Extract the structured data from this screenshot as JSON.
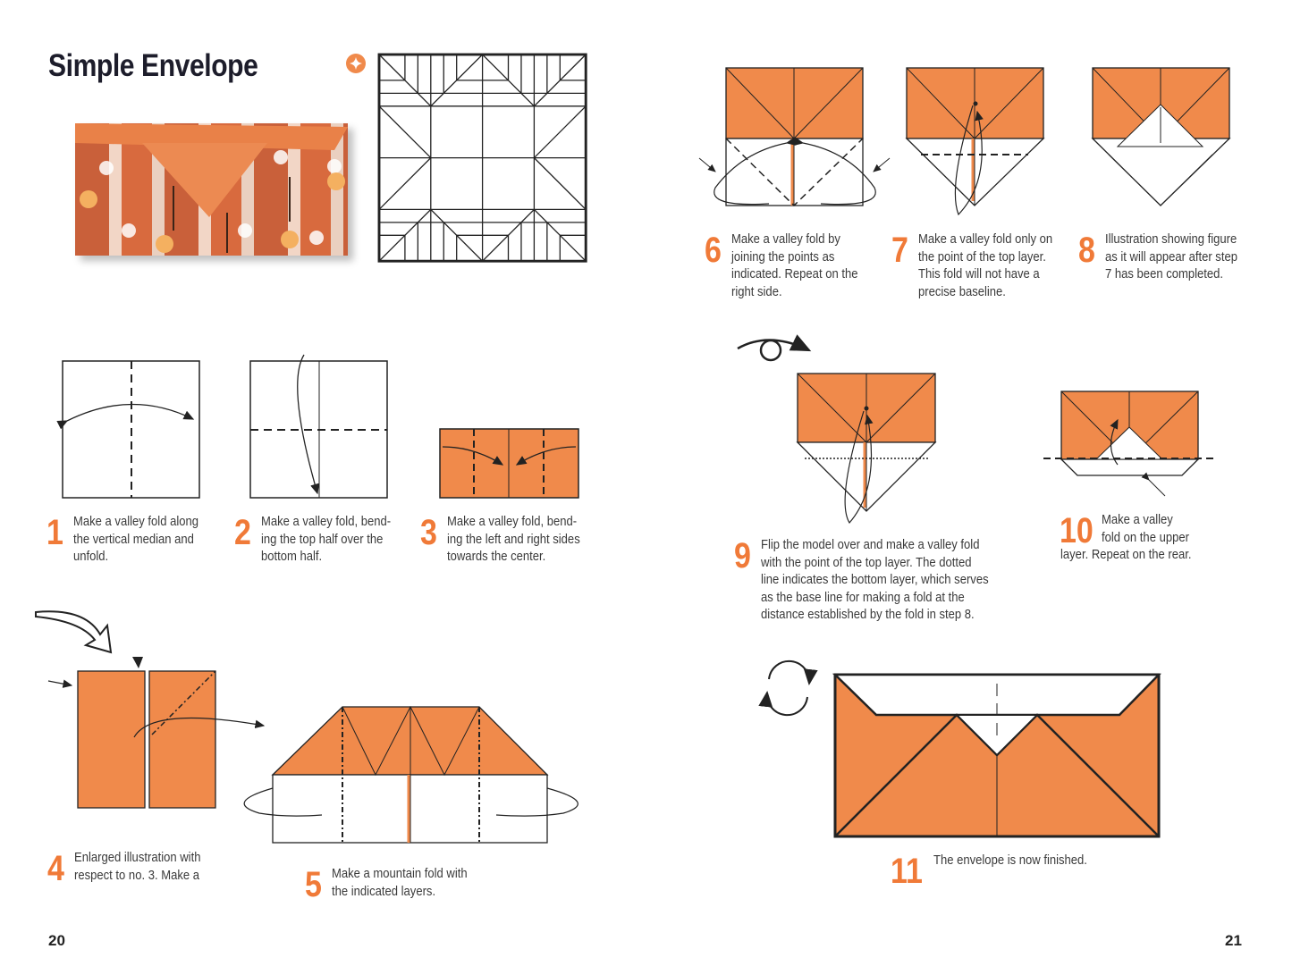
{
  "title": "Simple Envelope",
  "difficulty_icon": "star-badge-icon",
  "colors": {
    "paper_orange": "#f08a4b",
    "step_number": "#f07a38"
  },
  "steps": [
    {
      "number": "1",
      "lines": [
        "Make a valley fold along",
        "the vertical median and",
        "unfold."
      ]
    },
    {
      "number": "2",
      "lines": [
        "Make a valley fold, bend-",
        "ing the top half over the",
        "bottom half."
      ]
    },
    {
      "number": "3",
      "lines": [
        "Make a valley fold, bend-",
        "ing the left and right sides",
        "towards the center."
      ]
    },
    {
      "number": "4",
      "lines": [
        "Enlarged illustration with",
        "respect to no. 3. Make a"
      ]
    },
    {
      "number": "5",
      "lines": [
        "Make a mountain fold with",
        "the indicated layers."
      ]
    },
    {
      "number": "6",
      "lines": [
        "Make a valley fold by",
        "joining the points as",
        "indicated. Repeat on the",
        "right side."
      ]
    },
    {
      "number": "7",
      "lines": [
        "Make a valley fold only on",
        "the point of the top layer.",
        "This fold will not have a",
        "precise baseline."
      ]
    },
    {
      "number": "8",
      "lines": [
        "Illustration showing figure",
        "as it will appear after step",
        "7 has been completed."
      ]
    },
    {
      "number": "9",
      "lines": [
        "Flip the model over and make a valley fold",
        "with the point of the top layer. The dotted",
        "line indicates the bottom layer, which serves",
        "as the base line for making a fold at the",
        "distance established by the fold in step 8."
      ]
    },
    {
      "number": "10",
      "lines": [
        "Make a valley",
        "fold on the upper",
        "layer. Repeat on the rear."
      ]
    },
    {
      "number": "11",
      "lines": [
        "The envelope is now finished."
      ]
    }
  ],
  "page_numbers": {
    "left": "20",
    "right": "21"
  }
}
